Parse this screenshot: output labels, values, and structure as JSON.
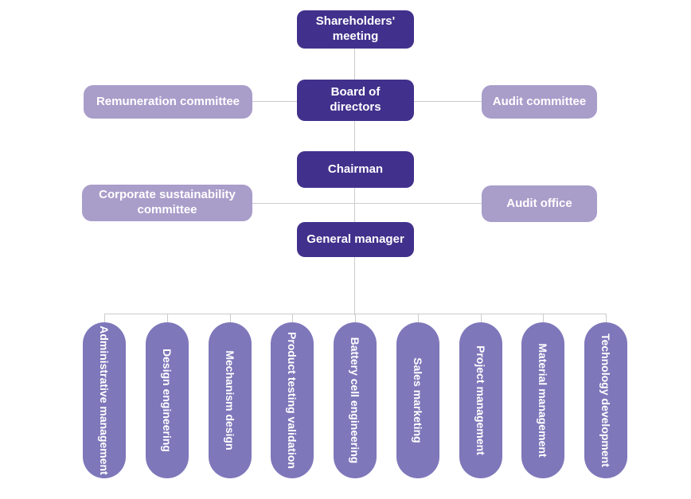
{
  "nodes": {
    "shareholders_meeting": "Shareholders' meeting",
    "board_of_directors": "Board of directors",
    "remuneration_committee": "Remuneration committee",
    "audit_committee": "Audit committee",
    "chairman": "Chairman",
    "corporate_sustainability_committee": "Corporate sustainability committee",
    "audit_office": "Audit office",
    "general_manager": "General manager"
  },
  "departments": [
    "Administrative management",
    "Design engineering",
    "Mechanism design",
    "Product testing validation",
    "Battery cell engineering",
    "Sales marketing",
    "Project management",
    "Material management",
    "Technology development"
  ],
  "colors": {
    "primary": "#41318c",
    "secondary": "#a99dca",
    "tertiary": "#7e77ba",
    "line": "#cccccc"
  }
}
